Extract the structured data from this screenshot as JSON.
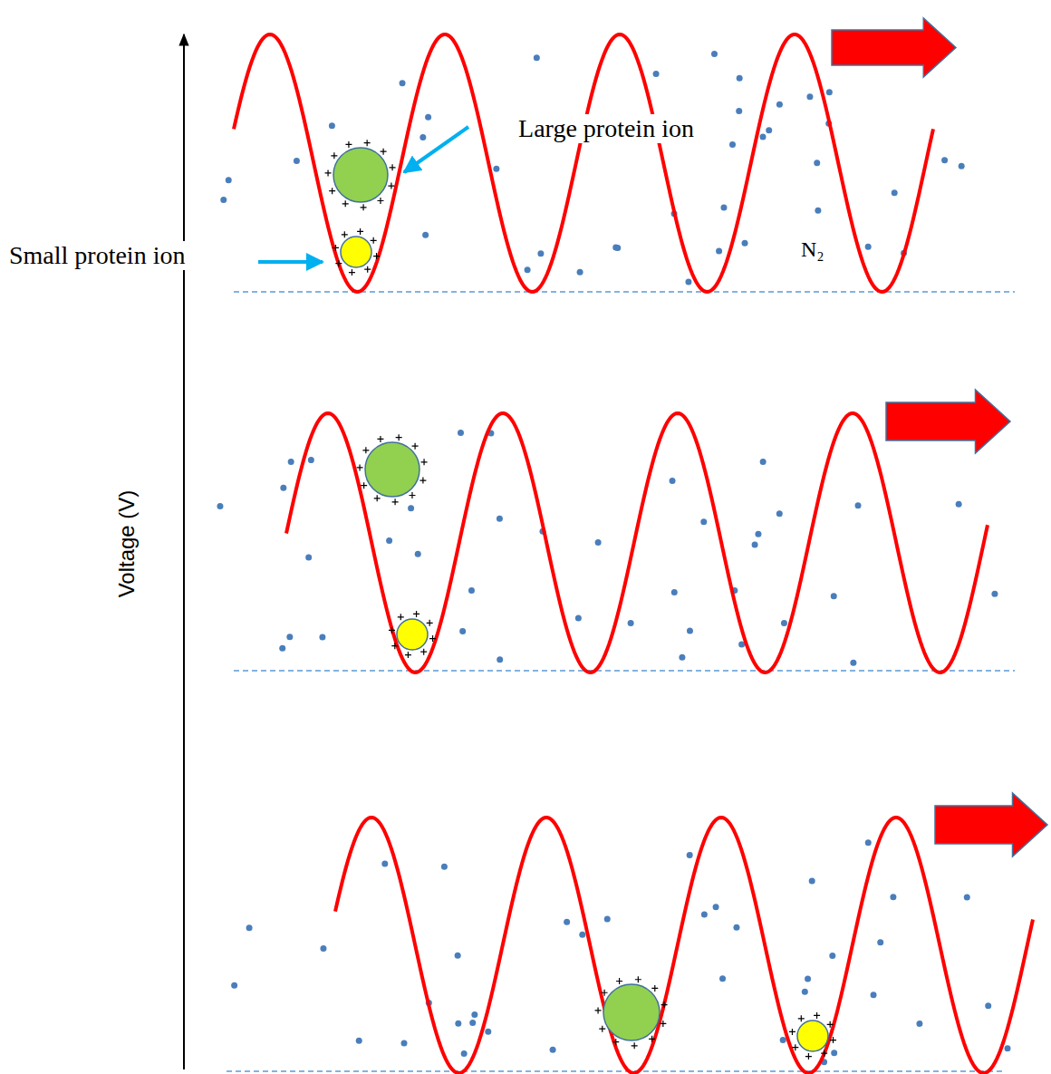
{
  "diagram": {
    "labels": [
      "Large protein ion",
      "Small protein ion",
      "N₂",
      "Voltage (V)"
    ]
  }
}
